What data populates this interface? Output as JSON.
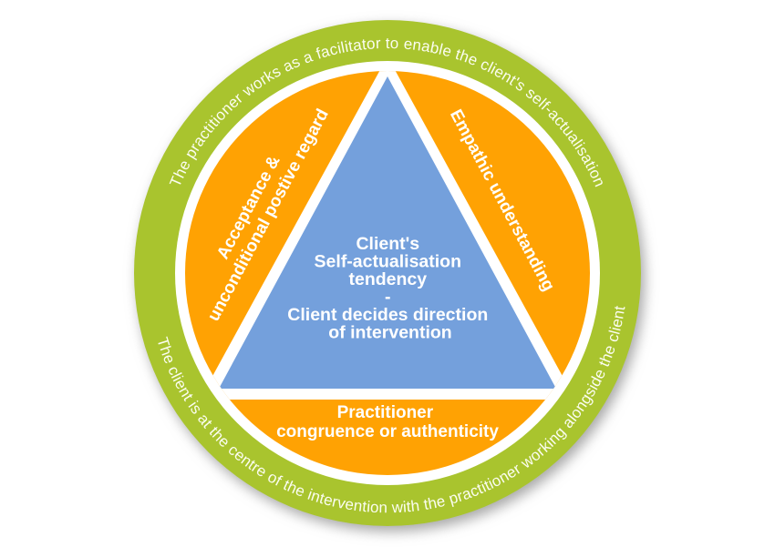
{
  "diagram": {
    "outer_ring": {
      "top_text": "The practitioner works as a facilitator to enable the client's self-actualisation",
      "bottom_text": "The client is at the centre of the intervention with the practitioner working alongside the client",
      "color": "#a9c42d"
    },
    "conditions": {
      "color": "#ffa203",
      "acceptance": {
        "line1": "Acceptance &",
        "line2": "unconditional postive regard"
      },
      "empathy": {
        "label": "Empathic understanding"
      },
      "congruence": {
        "line1": "Practitioner",
        "line2": "congruence or authenticity"
      }
    },
    "core": {
      "color": "#74a0dc",
      "lines": [
        "Client's",
        "Self-actualisation",
        "tendency",
        "-",
        "Client decides direction",
        "of intervention"
      ]
    }
  }
}
